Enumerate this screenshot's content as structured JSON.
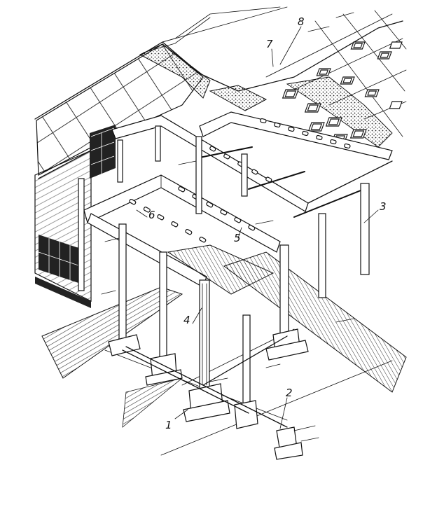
{
  "figure": {
    "callouts": [
      "1",
      "2",
      "3",
      "4",
      "5",
      "6",
      "7",
      "8"
    ],
    "colors": {
      "ink": "#111111",
      "paper": "#ffffff",
      "hatch": "#333333"
    }
  }
}
